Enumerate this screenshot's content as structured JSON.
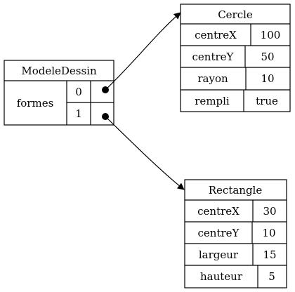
{
  "diagram": {
    "main": {
      "title": "ModeleDessin",
      "field": "formes",
      "indices": [
        "0",
        "1"
      ]
    },
    "circle": {
      "title": "Cercle",
      "rows": [
        {
          "key": "centreX",
          "value": "100"
        },
        {
          "key": "centreY",
          "value": "50"
        },
        {
          "key": "rayon",
          "value": "10"
        },
        {
          "key": "rempli",
          "value": "true"
        }
      ]
    },
    "rect": {
      "title": "Rectangle",
      "rows": [
        {
          "key": "centreX",
          "value": "30"
        },
        {
          "key": "centreY",
          "value": "10"
        },
        {
          "key": "largeur",
          "value": "15"
        },
        {
          "key": "hauteur",
          "value": "5"
        }
      ]
    }
  }
}
